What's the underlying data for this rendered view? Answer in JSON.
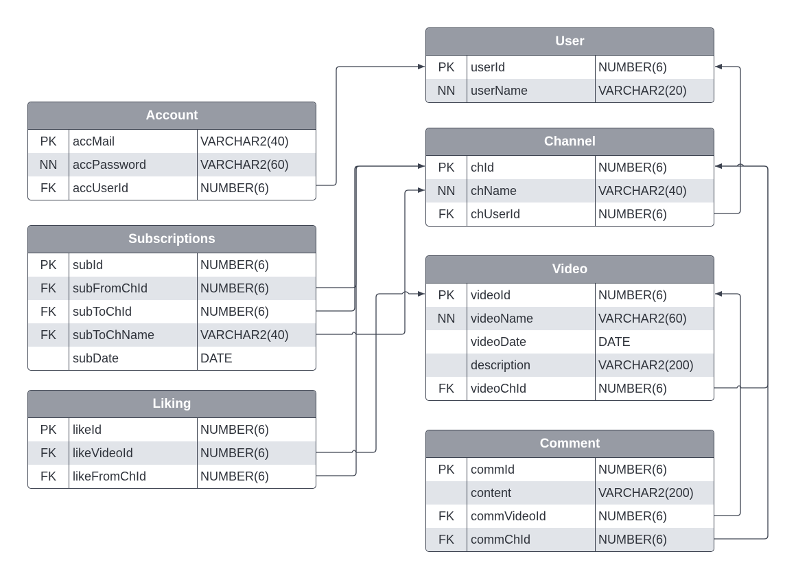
{
  "entities": [
    {
      "id": "user",
      "title": "User",
      "rows": [
        {
          "key": "PK",
          "name": "userId",
          "type": "NUMBER(6)"
        },
        {
          "key": "NN",
          "name": "userName",
          "type": "VARCHAR2(20)"
        }
      ]
    },
    {
      "id": "account",
      "title": "Account",
      "rows": [
        {
          "key": "PK",
          "name": "accMail",
          "type": "VARCHAR2(40)"
        },
        {
          "key": "NN",
          "name": "accPassword",
          "type": "VARCHAR2(60)"
        },
        {
          "key": "FK",
          "name": "accUserId",
          "type": "NUMBER(6)"
        }
      ]
    },
    {
      "id": "channel",
      "title": "Channel",
      "rows": [
        {
          "key": "PK",
          "name": "chId",
          "type": "NUMBER(6)"
        },
        {
          "key": "NN",
          "name": "chName",
          "type": "VARCHAR2(40)"
        },
        {
          "key": "FK",
          "name": "chUserId",
          "type": "NUMBER(6)"
        }
      ]
    },
    {
      "id": "subscriptions",
      "title": "Subscriptions",
      "rows": [
        {
          "key": "PK",
          "name": "subId",
          "type": "NUMBER(6)"
        },
        {
          "key": "FK",
          "name": "subFromChId",
          "type": "NUMBER(6)"
        },
        {
          "key": "FK",
          "name": "subToChId",
          "type": "NUMBER(6)"
        },
        {
          "key": "FK",
          "name": "subToChName",
          "type": "VARCHAR2(40)"
        },
        {
          "key": "",
          "name": "subDate",
          "type": "DATE"
        }
      ]
    },
    {
      "id": "video",
      "title": "Video",
      "rows": [
        {
          "key": "PK",
          "name": "videoId",
          "type": "NUMBER(6)"
        },
        {
          "key": "NN",
          "name": "videoName",
          "type": "VARCHAR2(60)"
        },
        {
          "key": "",
          "name": "videoDate",
          "type": "DATE"
        },
        {
          "key": "",
          "name": "description",
          "type": "VARCHAR2(200)"
        },
        {
          "key": "FK",
          "name": "videoChId",
          "type": "NUMBER(6)"
        }
      ]
    },
    {
      "id": "liking",
      "title": "Liking",
      "rows": [
        {
          "key": "PK",
          "name": "likeId",
          "type": "NUMBER(6)"
        },
        {
          "key": "FK",
          "name": "likeVideoId",
          "type": "NUMBER(6)"
        },
        {
          "key": "FK",
          "name": "likeFromChId",
          "type": "NUMBER(6)"
        }
      ]
    },
    {
      "id": "comment",
      "title": "Comment",
      "rows": [
        {
          "key": "PK",
          "name": "commId",
          "type": "NUMBER(6)"
        },
        {
          "key": "",
          "name": "content",
          "type": "VARCHAR2(200)"
        },
        {
          "key": "FK",
          "name": "commVideoId",
          "type": "NUMBER(6)"
        },
        {
          "key": "FK",
          "name": "commChId",
          "type": "NUMBER(6)"
        }
      ]
    }
  ],
  "relationships": [
    {
      "from": "account.accUserId",
      "to": "user.userId"
    },
    {
      "from": "channel.chUserId",
      "to": "user.userId"
    },
    {
      "from": "subscriptions.subFromChId",
      "to": "channel.chId"
    },
    {
      "from": "subscriptions.subToChId",
      "to": "channel.chId"
    },
    {
      "from": "subscriptions.subToChName",
      "to": "channel.chName"
    },
    {
      "from": "video.videoChId",
      "to": "channel.chId"
    },
    {
      "from": "comment.commChId",
      "to": "channel.chId"
    },
    {
      "from": "liking.likeVideoId",
      "to": "video.videoId"
    },
    {
      "from": "comment.commVideoId",
      "to": "video.videoId"
    },
    {
      "from": "liking.likeFromChId",
      "to": "channel.chId"
    }
  ],
  "colors": {
    "header": "#979ba4",
    "border": "#3d4350",
    "alt_row": "#e1e4e9",
    "text": "#2e323a",
    "connector": "#3d4350"
  }
}
